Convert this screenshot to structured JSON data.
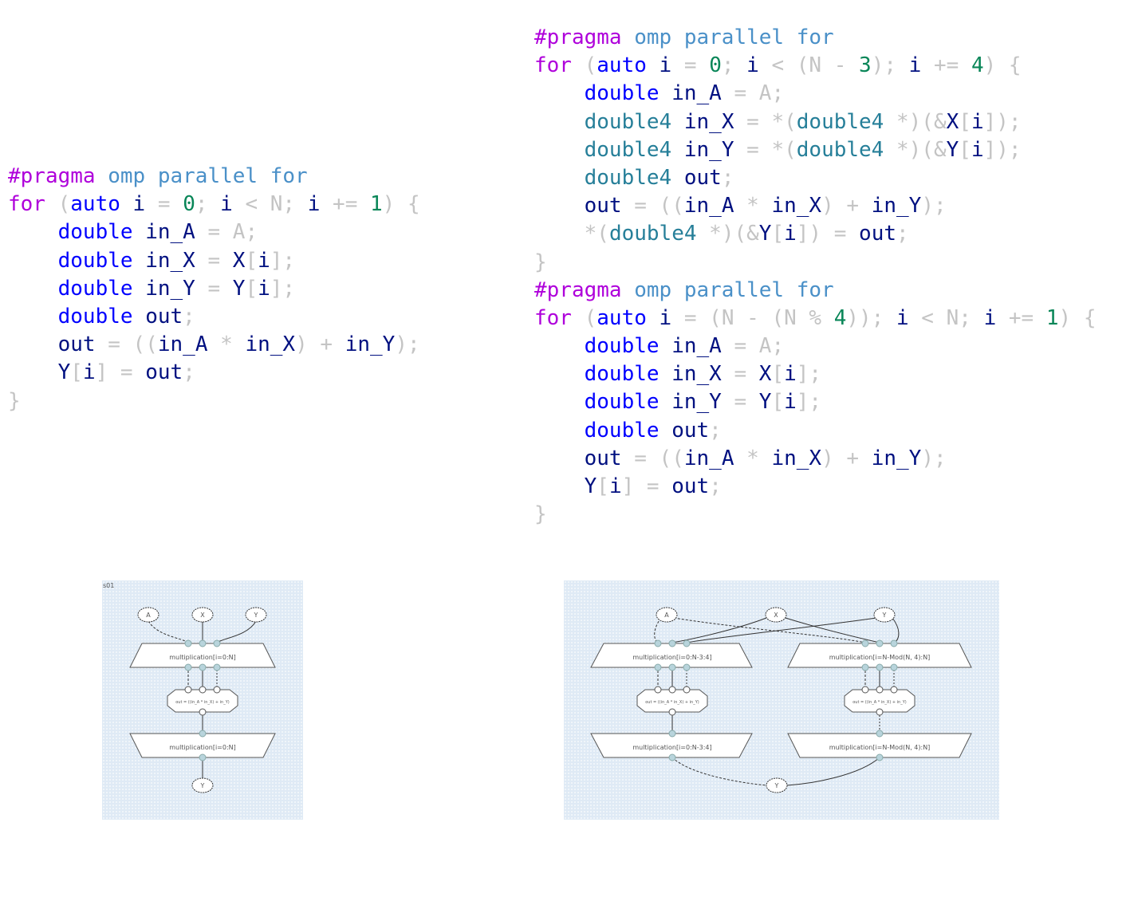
{
  "code_left": {
    "lines": [
      [
        [
          "tok-pragma",
          "#pragma"
        ],
        [
          "",
          "",
          " "
        ],
        [
          "tok-omp",
          "omp parallel for"
        ]
      ],
      [
        [
          "tok-kw",
          "for"
        ],
        [
          "tok-punct",
          " ("
        ],
        [
          "tok-type",
          "auto"
        ],
        [
          "tok-id",
          " i"
        ],
        [
          "tok-punct",
          " = "
        ],
        [
          "tok-num",
          "0"
        ],
        [
          "tok-punct",
          "; "
        ],
        [
          "tok-id",
          "i"
        ],
        [
          "tok-punct",
          " < N; "
        ],
        [
          "tok-id",
          "i"
        ],
        [
          "tok-punct",
          " += "
        ],
        [
          "tok-num",
          "1"
        ],
        [
          "tok-punct",
          ") {"
        ]
      ],
      [
        [
          "tok-id",
          "    "
        ],
        [
          "tok-type",
          "double"
        ],
        [
          "tok-id",
          " in_A"
        ],
        [
          "tok-punct",
          " = A;"
        ]
      ],
      [
        [
          "tok-id",
          "    "
        ],
        [
          "tok-type",
          "double"
        ],
        [
          "tok-id",
          " in_X"
        ],
        [
          "tok-punct",
          " = "
        ],
        [
          "tok-id",
          "X"
        ],
        [
          "tok-punct",
          "["
        ],
        [
          "tok-id",
          "i"
        ],
        [
          "tok-punct",
          "];"
        ]
      ],
      [
        [
          "tok-id",
          "    "
        ],
        [
          "tok-type",
          "double"
        ],
        [
          "tok-id",
          " in_Y"
        ],
        [
          "tok-punct",
          " = "
        ],
        [
          "tok-id",
          "Y"
        ],
        [
          "tok-punct",
          "["
        ],
        [
          "tok-id",
          "i"
        ],
        [
          "tok-punct",
          "];"
        ]
      ],
      [
        [
          "tok-id",
          "    "
        ],
        [
          "tok-type",
          "double"
        ],
        [
          "tok-id",
          " out"
        ],
        [
          "tok-punct",
          ";"
        ]
      ],
      [
        [
          "tok-id",
          "    out"
        ],
        [
          "tok-punct",
          " = (("
        ],
        [
          "tok-id",
          "in_A"
        ],
        [
          "tok-punct",
          " * "
        ],
        [
          "tok-id",
          "in_X"
        ],
        [
          "tok-punct",
          ") + "
        ],
        [
          "tok-id",
          "in_Y"
        ],
        [
          "tok-punct",
          ");"
        ]
      ],
      [
        [
          "tok-id",
          "    Y"
        ],
        [
          "tok-punct",
          "["
        ],
        [
          "tok-id",
          "i"
        ],
        [
          "tok-punct",
          "] = "
        ],
        [
          "tok-id",
          "out"
        ],
        [
          "tok-punct",
          ";"
        ]
      ],
      [
        [
          "tok-punct",
          "}"
        ]
      ]
    ]
  },
  "code_right": {
    "lines": [
      [
        [
          "tok-pragma",
          "#pragma"
        ],
        [
          "",
          "",
          " "
        ],
        [
          "tok-omp",
          "omp parallel for"
        ]
      ],
      [
        [
          "tok-kw",
          "for"
        ],
        [
          "tok-punct",
          " ("
        ],
        [
          "tok-type",
          "auto"
        ],
        [
          "tok-id",
          " i"
        ],
        [
          "tok-punct",
          " = "
        ],
        [
          "tok-num",
          "0"
        ],
        [
          "tok-punct",
          "; "
        ],
        [
          "tok-id",
          "i"
        ],
        [
          "tok-punct",
          " < (N - "
        ],
        [
          "tok-num",
          "3"
        ],
        [
          "tok-punct",
          "); "
        ],
        [
          "tok-id",
          "i"
        ],
        [
          "tok-punct",
          " += "
        ],
        [
          "tok-num",
          "4"
        ],
        [
          "tok-punct",
          ") {"
        ]
      ],
      [
        [
          "tok-id",
          "    "
        ],
        [
          "tok-type",
          "double"
        ],
        [
          "tok-id",
          " in_A"
        ],
        [
          "tok-punct",
          " = A;"
        ]
      ],
      [
        [
          "tok-id",
          "    "
        ],
        [
          "tok-vtype",
          "double4"
        ],
        [
          "tok-id",
          " in_X"
        ],
        [
          "tok-punct",
          " = *("
        ],
        [
          "tok-vtype",
          "double4"
        ],
        [
          "tok-punct",
          " *)(&"
        ],
        [
          "tok-id",
          "X"
        ],
        [
          "tok-punct",
          "["
        ],
        [
          "tok-id",
          "i"
        ],
        [
          "tok-punct",
          "]);"
        ]
      ],
      [
        [
          "tok-id",
          "    "
        ],
        [
          "tok-vtype",
          "double4"
        ],
        [
          "tok-id",
          " in_Y"
        ],
        [
          "tok-punct",
          " = *("
        ],
        [
          "tok-vtype",
          "double4"
        ],
        [
          "tok-punct",
          " *)(&"
        ],
        [
          "tok-id",
          "Y"
        ],
        [
          "tok-punct",
          "["
        ],
        [
          "tok-id",
          "i"
        ],
        [
          "tok-punct",
          "]);"
        ]
      ],
      [
        [
          "tok-id",
          "    "
        ],
        [
          "tok-vtype",
          "double4"
        ],
        [
          "tok-id",
          " out"
        ],
        [
          "tok-punct",
          ";"
        ]
      ],
      [
        [
          "tok-id",
          "    out"
        ],
        [
          "tok-punct",
          " = (("
        ],
        [
          "tok-id",
          "in_A"
        ],
        [
          "tok-punct",
          " * "
        ],
        [
          "tok-id",
          "in_X"
        ],
        [
          "tok-punct",
          ") + "
        ],
        [
          "tok-id",
          "in_Y"
        ],
        [
          "tok-punct",
          ");"
        ]
      ],
      [
        [
          "tok-id",
          "    "
        ],
        [
          "tok-punct",
          "*("
        ],
        [
          "tok-vtype",
          "double4"
        ],
        [
          "tok-punct",
          " *)(&"
        ],
        [
          "tok-id",
          "Y"
        ],
        [
          "tok-punct",
          "["
        ],
        [
          "tok-id",
          "i"
        ],
        [
          "tok-punct",
          "]) = "
        ],
        [
          "tok-id",
          "out"
        ],
        [
          "tok-punct",
          ";"
        ]
      ],
      [
        [
          "tok-punct",
          "}"
        ]
      ],
      [
        [
          "tok-pragma",
          "#pragma"
        ],
        [
          "",
          "",
          " "
        ],
        [
          "tok-omp",
          "omp parallel for"
        ]
      ],
      [
        [
          "tok-kw",
          "for"
        ],
        [
          "tok-punct",
          " ("
        ],
        [
          "tok-type",
          "auto"
        ],
        [
          "tok-id",
          " i"
        ],
        [
          "tok-punct",
          " = (N - (N % "
        ],
        [
          "tok-num",
          "4"
        ],
        [
          "tok-punct",
          ")); "
        ],
        [
          "tok-id",
          "i"
        ],
        [
          "tok-punct",
          " < N; "
        ],
        [
          "tok-id",
          "i"
        ],
        [
          "tok-punct",
          " += "
        ],
        [
          "tok-num",
          "1"
        ],
        [
          "tok-punct",
          ") {"
        ]
      ],
      [
        [
          "tok-id",
          "    "
        ],
        [
          "tok-type",
          "double"
        ],
        [
          "tok-id",
          " in_A"
        ],
        [
          "tok-punct",
          " = A;"
        ]
      ],
      [
        [
          "tok-id",
          "    "
        ],
        [
          "tok-type",
          "double"
        ],
        [
          "tok-id",
          " in_X"
        ],
        [
          "tok-punct",
          " = "
        ],
        [
          "tok-id",
          "X"
        ],
        [
          "tok-punct",
          "["
        ],
        [
          "tok-id",
          "i"
        ],
        [
          "tok-punct",
          "];"
        ]
      ],
      [
        [
          "tok-id",
          "    "
        ],
        [
          "tok-type",
          "double"
        ],
        [
          "tok-id",
          " in_Y"
        ],
        [
          "tok-punct",
          " = "
        ],
        [
          "tok-id",
          "Y"
        ],
        [
          "tok-punct",
          "["
        ],
        [
          "tok-id",
          "i"
        ],
        [
          "tok-punct",
          "];"
        ]
      ],
      [
        [
          "tok-id",
          "    "
        ],
        [
          "tok-type",
          "double"
        ],
        [
          "tok-id",
          " out"
        ],
        [
          "tok-punct",
          ";"
        ]
      ],
      [
        [
          "tok-id",
          "    out"
        ],
        [
          "tok-punct",
          " = (("
        ],
        [
          "tok-id",
          "in_A"
        ],
        [
          "tok-punct",
          " * "
        ],
        [
          "tok-id",
          "in_X"
        ],
        [
          "tok-punct",
          ") + "
        ],
        [
          "tok-id",
          "in_Y"
        ],
        [
          "tok-punct",
          ");"
        ]
      ],
      [
        [
          "tok-id",
          "    Y"
        ],
        [
          "tok-punct",
          "["
        ],
        [
          "tok-id",
          "i"
        ],
        [
          "tok-punct",
          "] = "
        ],
        [
          "tok-id",
          "out"
        ],
        [
          "tok-punct",
          ";"
        ]
      ],
      [
        [
          "tok-punct",
          "}"
        ]
      ]
    ]
  },
  "graph_left": {
    "corner_label": "s01",
    "node_A": "A",
    "node_X": "X",
    "node_Y_in": "Y",
    "map_entry": "multiplication[i=0:N]",
    "tasklet": "out = ((in_A * in_X) + in_Y)",
    "map_exit": "multiplication[i=0:N]",
    "node_Y_out": "Y"
  },
  "graph_right": {
    "node_A": "A",
    "node_X": "X",
    "node_Y_in": "Y",
    "map_entry_1": "multiplication[i=0:N-3:4]",
    "map_entry_2": "multiplication[i=N-Mod(N, 4):N]",
    "tasklet_1": "out = ((in_A * in_X) + in_Y)",
    "tasklet_2": "out = ((in_A * in_X) + in_Y)",
    "map_exit_1": "multiplication[i=0:N-3:4]",
    "map_exit_2": "multiplication[i=N-Mod(N, 4):N]",
    "node_Y_out": "Y"
  }
}
